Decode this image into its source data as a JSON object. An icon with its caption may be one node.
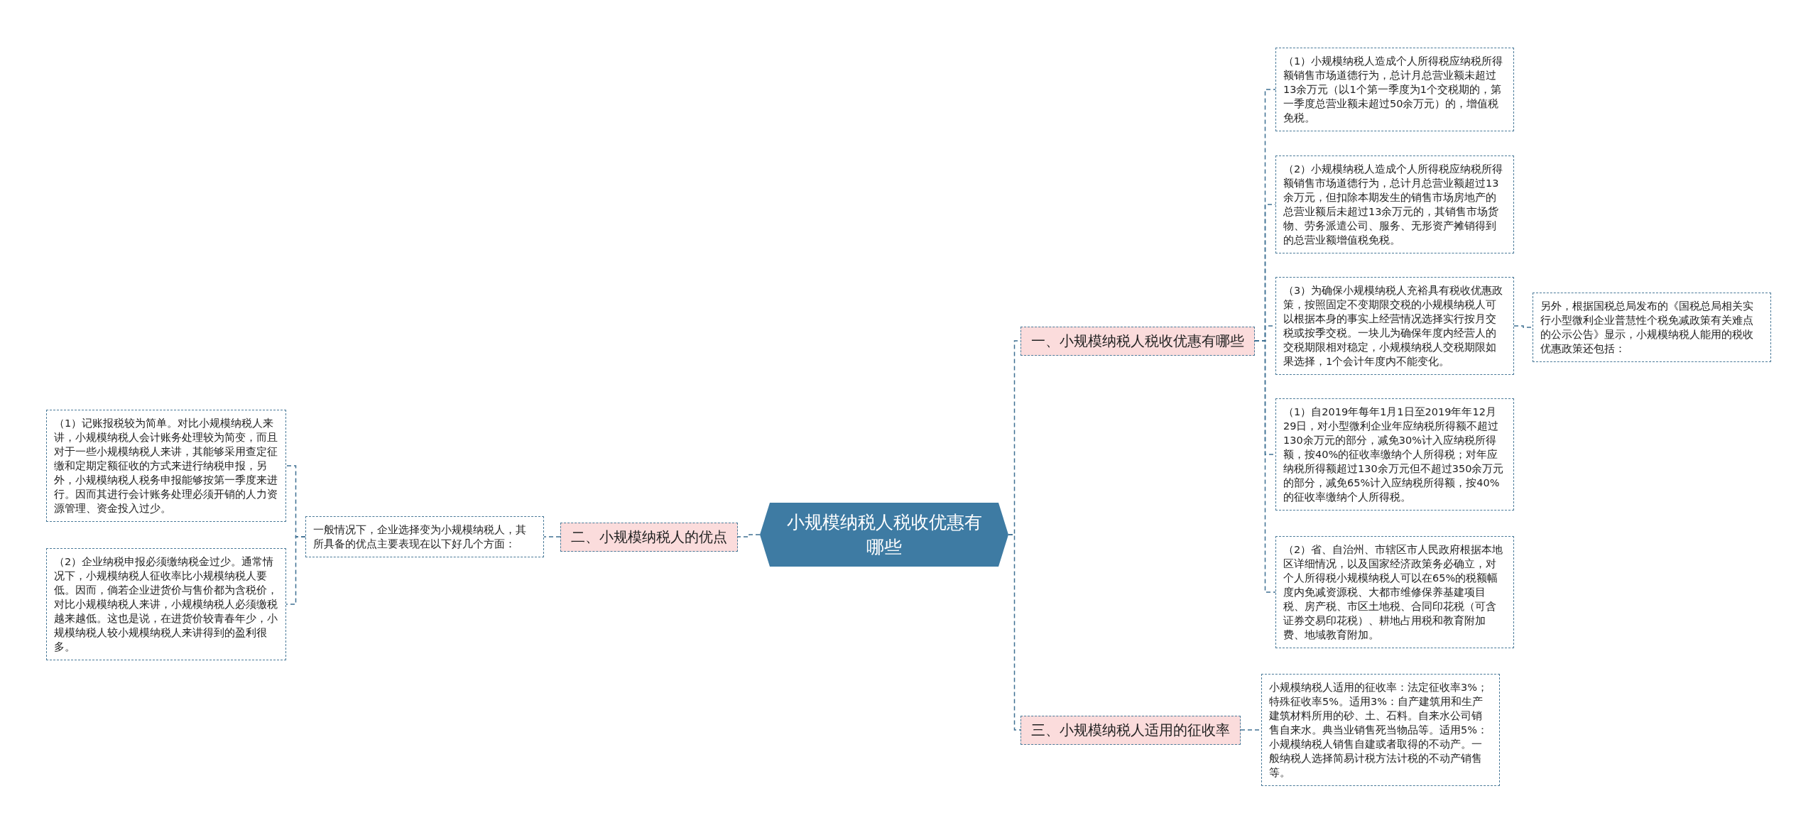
{
  "diagram": {
    "nodes": [
      {
        "text": [
          "小规模纳税人税收优惠有哪些"
        ]
      },
      {
        "text": [
          "一、小规模纳税人税收优惠有哪些"
        ]
      },
      {
        "text": [
          "（1）小规模纳税人造成个人所得税应纳税所得额销售市场道德行为，总计月总营业额未超过13余万元（以1个第一季度为1个交税期的，第一季度总营业额未超过50余万元）的，增值税免税。"
        ]
      },
      {
        "text": [
          "（2）小规模纳税人造成个人所得税应纳税所得额销售市场道德行为，总计月总营业额超过13余万元，但扣除本期发生的销售市场房地产的总营业额后未超过13余万元的，其销售市场货物、劳务派遣公司、服务、无形资产摊销得到的总营业额增值税免税。"
        ]
      },
      {
        "text": [
          "（3）为确保小规模纳税人充裕具有税收优惠政策，按照固定不变期限交税的小规模纳税人可以根据本身的事实上经营情况选择实行按月交税或按季交税。一块儿为确保年度内经营人的交税期限相对稳定，小规模纳税人交税期限如果选择，1个会计年度内不能变化。"
        ]
      },
      {
        "text": [
          "另外，根据国税总局发布的《国税总局相关实行小型微利企业普慧性个税免减政策有关难点的公示公告》显示，小规模纳税人能用的税收优惠政策还包括："
        ]
      },
      {
        "text": [
          "（1）自2019年每年1月1日至2019年年12月29日，对小型微利企业年应纳税所得额不超过130余万元的部分，减免30%计入应纳税所得额，按40%的征收率缴纳个人所得税；对年应纳税所得额超过130余万元但不超过350余万元的部分，减免65%计入应纳税所得额，按40%的征收率缴纳个人所得税。"
        ]
      },
      {
        "text": [
          "（2）省、自治州、市辖区市人民政府根据本地区详细情况，以及国家经济政策务必确立，对个人所得税小规模纳税人可以在65%的税额幅度内免减资源税、大都市维修保养基建项目税、房产税、市区土地税、合同印花税（可含证券交易印花税）、耕地占用税和教育附加费、地域教育附加。"
        ]
      },
      {
        "text": [
          "三、小规模纳税人适用的征收率"
        ]
      },
      {
        "text": [
          "小规模纳税人适用的征收率：法定征收率3%；特殊征收率5%。适用3%：自产建筑用和生产建筑材料所用的砂、土、石料。自来水公司销售自来水。典当业销售死当物品等。适用5%：小规模纳税人销售自建或者取得的不动产。一般纳税人选择简易计税方法计税的不动产销售等。"
        ]
      },
      {
        "text": [
          "二、小规模纳税人的优点"
        ]
      },
      {
        "text": [
          "一般情况下，企业选择变为小规模纳税人，其所具备的优点主要表现在以下好几个方面："
        ]
      },
      {
        "text": [
          "（1）记账报税较为简单。对比小规模纳税人来讲，小规模纳税人会计账务处理较为简变，而且对于一些小规模纳税人来讲，其能够采用查定征缴和定期定额征收的方式来进行纳税申报，另外，小规模纳税人税务申报能够按第一季度来进行。因而其进行会计账务处理必须开销的人力资源管理、资金投入过少。"
        ]
      },
      {
        "text": [
          "（2）企业纳税申报必须缴纳税金过少。通常情况下，小规模纳税人征收率比小规模纳税人要低。因而，倘若企业进货价与售价都为含税价，对比小规模纳税人来讲，小规模纳税人必须缴税越来越低。这也是说，在进货价较青春年少，小规模纳税人较小规模纳税人来讲得到的盈利很多。"
        ]
      }
    ],
    "edges": [
      {
        "from": 0,
        "to": 1,
        "arrow": "none"
      },
      {
        "from": 1,
        "to": 2,
        "arrow": "none"
      },
      {
        "from": 1,
        "to": 3,
        "arrow": "none"
      },
      {
        "from": 1,
        "to": 4,
        "arrow": "none"
      },
      {
        "from": 4,
        "to": 5,
        "arrow": "none"
      },
      {
        "from": 1,
        "to": 6,
        "arrow": "none"
      },
      {
        "from": 1,
        "to": 7,
        "arrow": "none"
      },
      {
        "from": 0,
        "to": 8,
        "arrow": "none"
      },
      {
        "from": 8,
        "to": 9,
        "arrow": "none"
      },
      {
        "from": 0,
        "to": 10,
        "arrow": "none"
      },
      {
        "from": 10,
        "to": 11,
        "arrow": "none"
      },
      {
        "from": 11,
        "to": 12,
        "arrow": "none"
      },
      {
        "from": 11,
        "to": 13,
        "arrow": "none"
      }
    ]
  }
}
